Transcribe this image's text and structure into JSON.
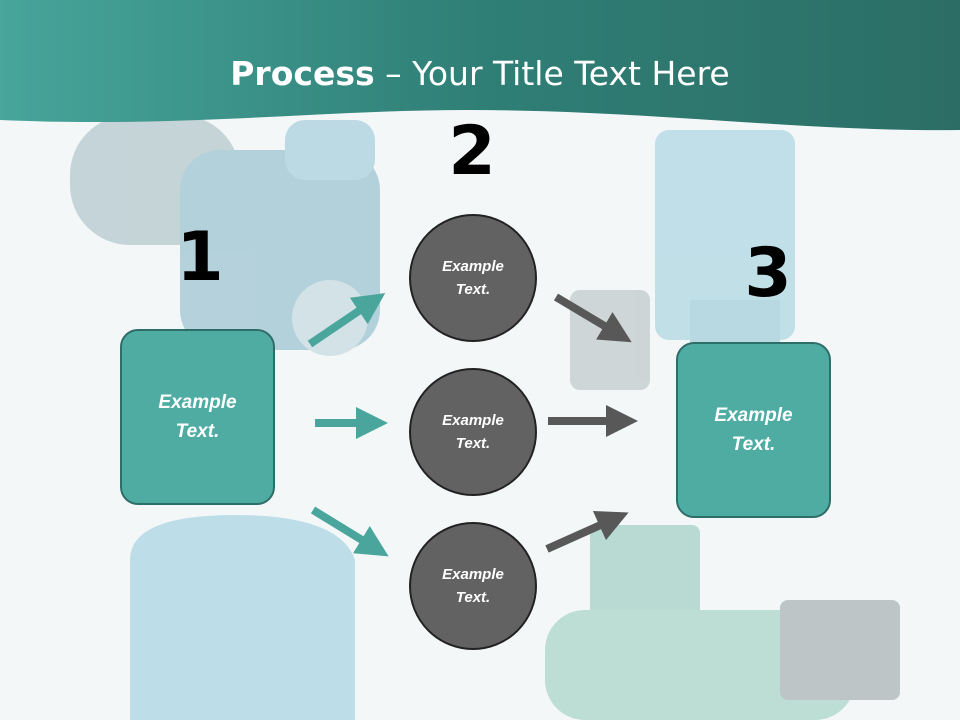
{
  "title": {
    "bold": "Process",
    "rest": " – Your Title Text Here"
  },
  "steps": [
    {
      "number": "1",
      "label": "Example Text."
    },
    {
      "number": "2",
      "label": "Example Text."
    },
    {
      "number": "3",
      "label": "Example Text."
    }
  ],
  "middle_nodes": [
    {
      "label": "Example Text."
    },
    {
      "label": "Example Text."
    },
    {
      "label": "Example Text."
    }
  ],
  "colors": {
    "header": "#3e958b",
    "teal": "#4faca3",
    "gray": "#626262",
    "arrow_teal": "#4aa69c",
    "arrow_gray": "#585858"
  }
}
